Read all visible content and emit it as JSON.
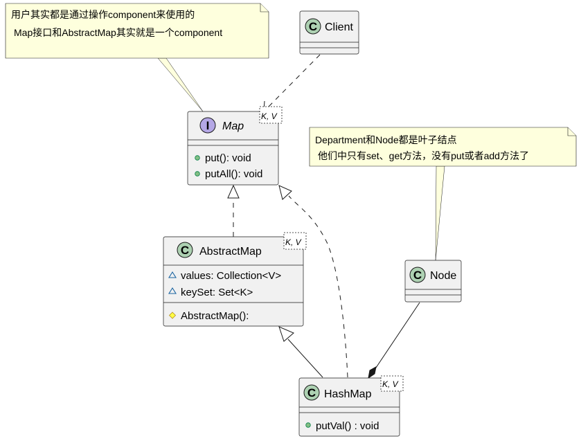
{
  "notes": {
    "component_note": {
      "lines": [
        "用户其实都是通过操作component来使用的",
        "Map接口和AbstractMap其实就是一个component"
      ]
    },
    "leaf_note": {
      "lines": [
        "Department和Node都是叶子结点",
        "他们中只有set、get方法，没有put或者add方法了"
      ]
    }
  },
  "classes": {
    "client": {
      "name": "Client",
      "stereotype_letter": "C",
      "badge_color": "#add1b2"
    },
    "map": {
      "name": "Map",
      "stereotype_letter": "I",
      "badge_color": "#b4a7e5",
      "type_params": "K, V",
      "methods": [
        "put(): void",
        "putAll(): void"
      ]
    },
    "abstract_map": {
      "name": "AbstractMap",
      "stereotype_letter": "C",
      "badge_color": "#add1b2",
      "type_params": "K, V",
      "fields": [
        "values: Collection<V>",
        "keySet: Set<K>"
      ],
      "methods": [
        "AbstractMap():"
      ]
    },
    "node": {
      "name": "Node",
      "stereotype_letter": "C",
      "badge_color": "#add1b2"
    },
    "hash_map": {
      "name": "HashMap",
      "stereotype_letter": "C",
      "badge_color": "#add1b2",
      "type_params": "K, V",
      "methods": [
        "putVal() : void"
      ]
    }
  },
  "colors": {
    "class_fill": "#f1f1f1",
    "note_fill": "#feffdd",
    "public_method_dot": "#84be84",
    "package_field_triangle": "#1963a0",
    "protected_diamond": "#ffff44",
    "protected_diamond_stroke": "#b38d22"
  }
}
